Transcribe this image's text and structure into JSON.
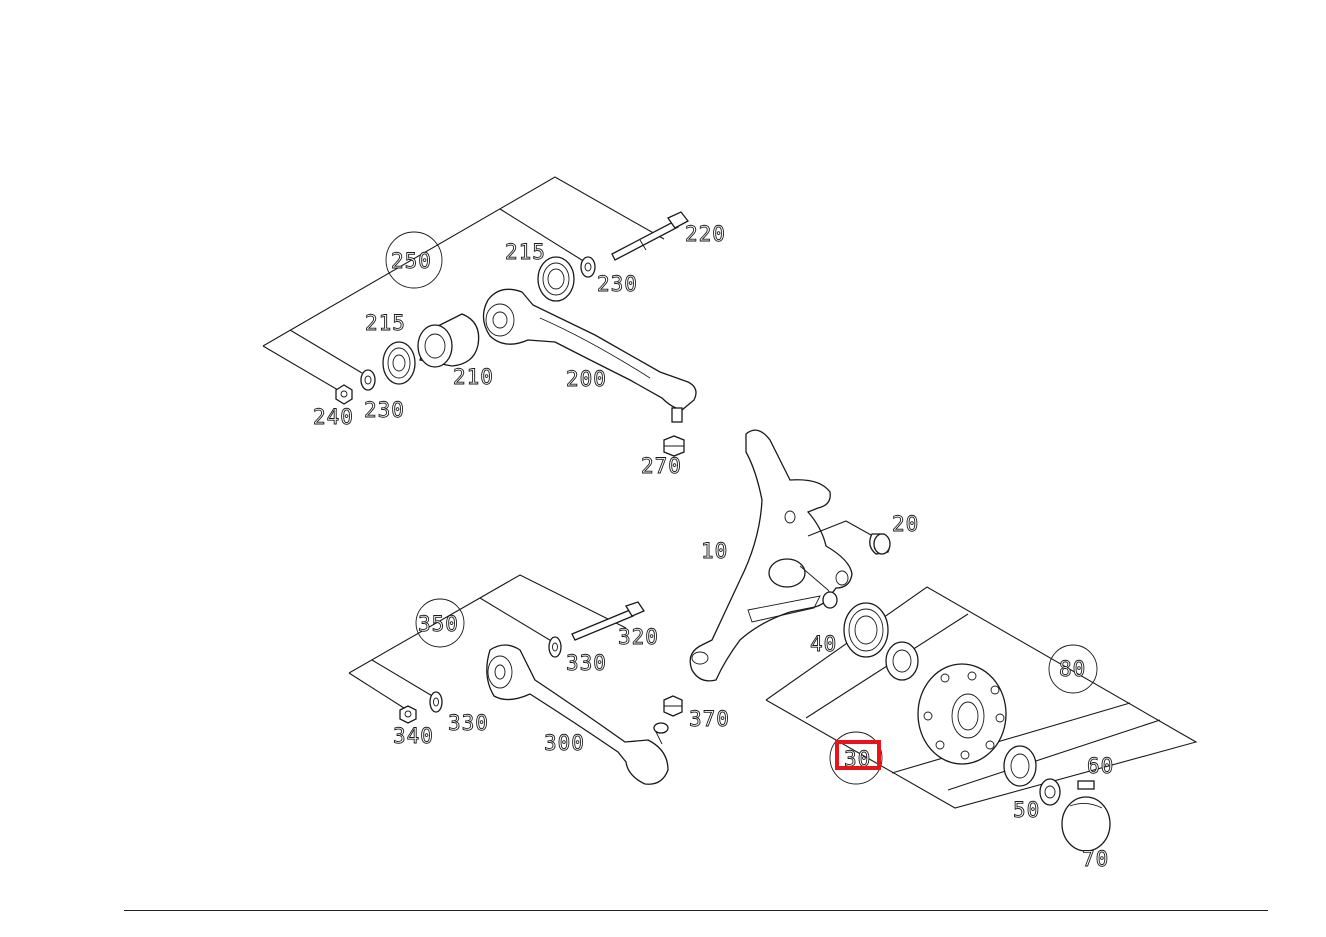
{
  "labels": {
    "p10": "10",
    "p20": "20",
    "p30": "30",
    "p40": "40",
    "p50": "50",
    "p60": "60",
    "p70": "70",
    "p80": "80",
    "p200": "200",
    "p210": "210",
    "p215a": "215",
    "p215b": "215",
    "p220": "220",
    "p230a": "230",
    "p230b": "230",
    "p240": "240",
    "p250": "250",
    "p270": "270",
    "p300": "300",
    "p320": "320",
    "p330a": "330",
    "p330b": "330",
    "p340": "340",
    "p350": "350",
    "p370": "370"
  },
  "highlight": {
    "part": "30",
    "color": "#e8141b"
  }
}
